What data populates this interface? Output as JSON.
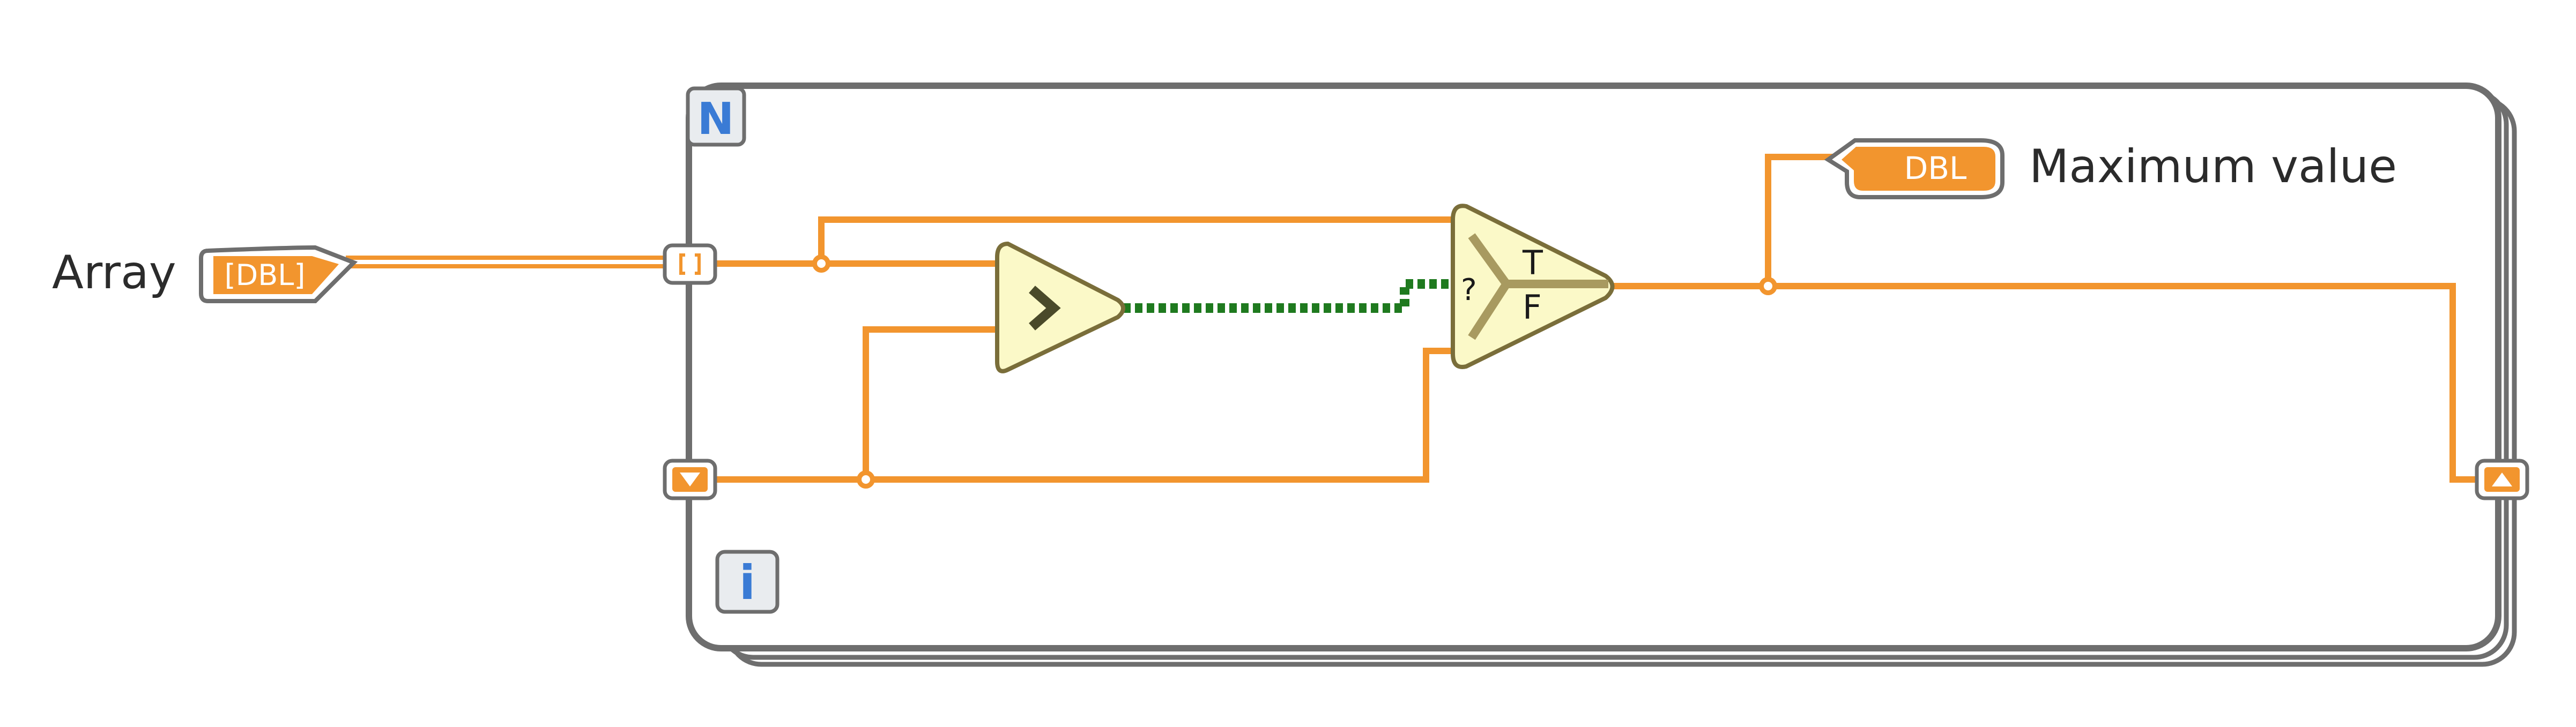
{
  "diagram": {
    "input_label": "Array",
    "input_type": "[DBL]",
    "output_label": "Maximum value",
    "output_type": "DBL",
    "loop_count_terminal": "N",
    "iteration_terminal": "i",
    "select_true": "T",
    "select_false": "F",
    "select_condition": "?"
  },
  "colors": {
    "dbl_wire": "#f2952e",
    "boolean_wire": "#1f7a1f",
    "loop_frame": "#6e6e6e",
    "node_fill": "#fbf9c8",
    "node_border": "#7a6e3a",
    "terminal_blue": "#3a7bd5"
  },
  "icons": [
    "greater-than-icon",
    "select-icon",
    "array-indexing-tunnel-icon",
    "shift-register-icon"
  ]
}
